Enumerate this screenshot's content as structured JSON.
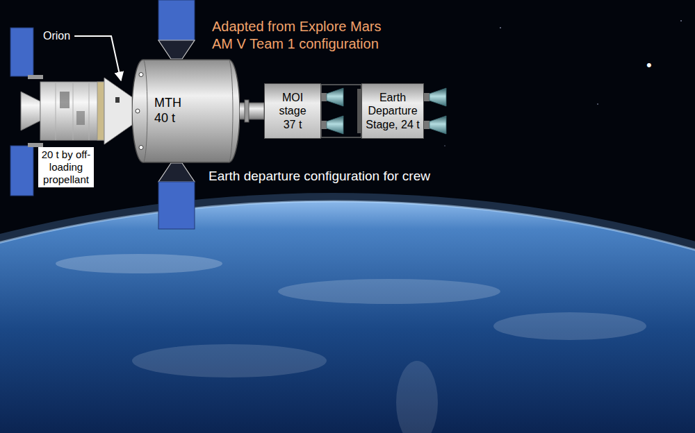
{
  "diagram": {
    "nodes": [
      {
        "text": [
          "MTH 40 t"
        ]
      },
      {
        "text": [
          "MOI stage 37 t"
        ]
      },
      {
        "text": [
          "Earth Departure Stage, 24 t"
        ]
      },
      {
        "text": [
          "20 t by off-loading propellant"
        ]
      }
    ],
    "labels": [
      "Orion",
      "Adapted from Explore Mars AM V Team 1 configuration",
      "•",
      "Earth departure configuration for crew"
    ]
  }
}
